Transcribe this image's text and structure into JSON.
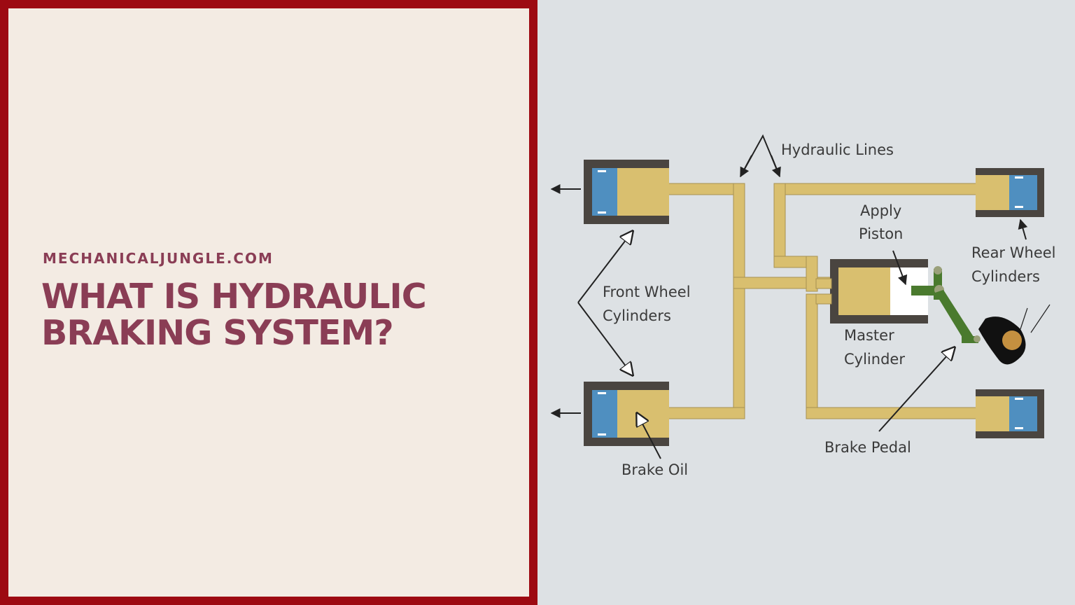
{
  "header": {
    "site": "MECHANICALJUNGLE.COM",
    "title": "What Is Hydraulic Braking System?"
  },
  "diagram": {
    "labels": {
      "hydraulic_lines": "Hydraulic Lines",
      "apply_piston_1": "Apply",
      "apply_piston_2": "Piston",
      "rear_wheel_1": "Rear Wheel",
      "rear_wheel_2": "Cylinders",
      "front_wheel_1": "Front Wheel",
      "front_wheel_2": "Cylinders",
      "master_1": "Master",
      "master_2": "Cylinder",
      "brake_pedal": "Brake Pedal",
      "brake_oil": "Brake Oil"
    },
    "colors": {
      "accent_border": "#9d0a12",
      "title_text": "#8a3d55",
      "fluid": "#d9bf6f",
      "cylinder_body": "#4a4540",
      "piston_blue": "#4f8fc0",
      "pedal_green": "#4a7a2e",
      "background": "#dde1e4"
    }
  }
}
